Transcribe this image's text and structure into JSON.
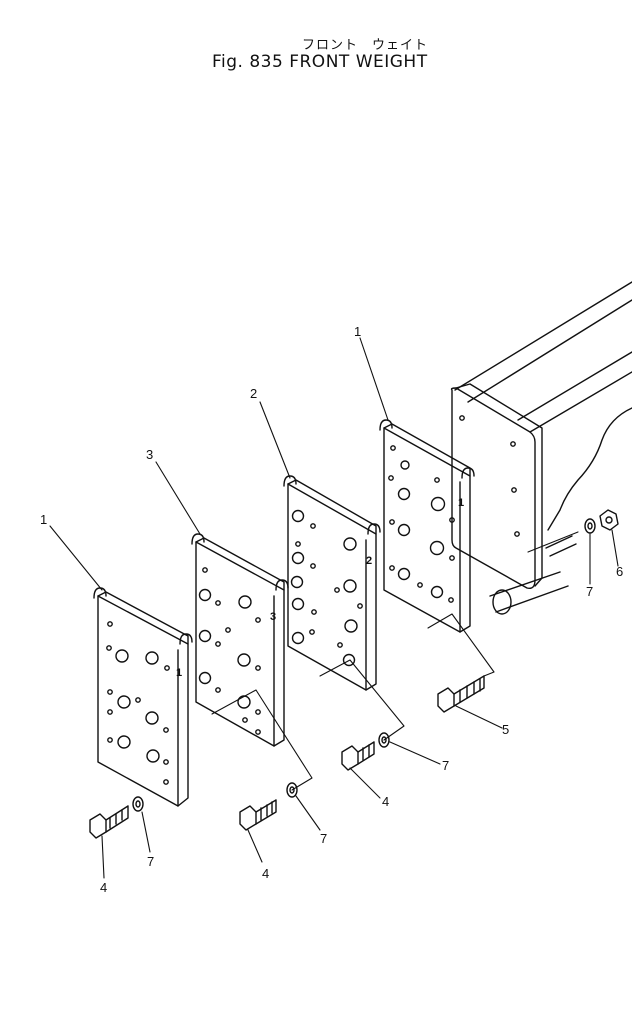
{
  "header": {
    "title_jp": "フロント　ウェイト",
    "fig_label": "Fig. 835",
    "title_en": "FRONT WEIGHT"
  },
  "callouts": {
    "c1a": "1",
    "c3a": "3",
    "c2": "2",
    "c1b": "1",
    "c4a": "4",
    "c7a": "7",
    "c4b": "4",
    "c7b": "7",
    "c4c": "4",
    "c7c": "7",
    "c5": "5",
    "c7d": "7",
    "c6": "6"
  },
  "plate_marks": {
    "p1": "1",
    "p2": "3",
    "p3": "2",
    "p4": "1"
  }
}
